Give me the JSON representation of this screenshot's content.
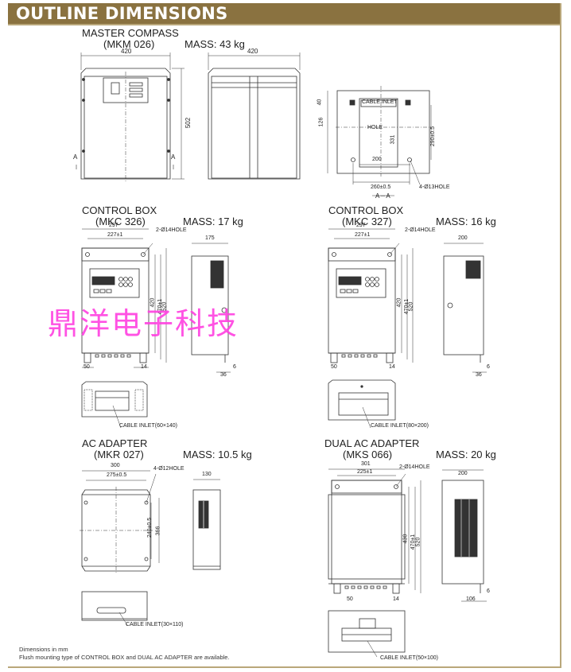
{
  "header": {
    "title": "OUTLINE DIMENSIONS"
  },
  "master_compass": {
    "name": "MASTER COMPASS",
    "model": "(MKM 026)",
    "mass": "MASS: 43 kg",
    "dims": {
      "width_front": "420",
      "width_side": "420",
      "height": "502",
      "a_left": "A",
      "a_right": "A"
    },
    "base": {
      "cable_inlet": "CABLE INLET",
      "hole": "HOLE",
      "d40": "40",
      "d126": "126",
      "d331": "331",
      "d290": "290±0.5",
      "d200": "200",
      "d260": "260±0.5",
      "holes": "4-Ø13HOLE",
      "section": "A－A"
    }
  },
  "control_box_326": {
    "name": "CONTROL BOX",
    "model": "(MKC 326)",
    "mass": "MASS: 17 kg",
    "dims": {
      "w297": "297",
      "w227": "227±1",
      "holes": "2-Ø14HOLE",
      "d175": "175",
      "h420": "420",
      "h470": "470±1",
      "h520": "520",
      "d50": "50",
      "d14": "14",
      "d36": "36",
      "d6": "6"
    },
    "cable_inlet": "CABLE INLET(60×140)"
  },
  "control_box_327": {
    "name": "CONTROL BOX",
    "model": "(MKC 327)",
    "mass": "MASS: 16 kg",
    "dims": {
      "w297": "297",
      "w227": "227±1",
      "holes": "2-Ø14HOLE",
      "d200": "200",
      "h420": "420",
      "h470": "470±1",
      "h520": "520",
      "d50": "50",
      "d14": "14",
      "d36": "36",
      "d6": "6"
    },
    "cable_inlet": "CABLE INLET(80×200)"
  },
  "ac_adapter": {
    "name": "AC ADAPTER",
    "model": "(MKR 027)",
    "mass": "MASS: 10.5 kg",
    "dims": {
      "w300": "300",
      "w275": "275±0.5",
      "holes": "4-Ø12HOLE",
      "d130": "130",
      "h240": "240±0.5",
      "h366": "366"
    },
    "cable_inlet": "CABLE INLET(30×110)"
  },
  "dual_ac_adapter": {
    "name": "DUAL AC ADAPTER",
    "model": "(MKS 066)",
    "mass": "MASS: 20 kg",
    "dims": {
      "w301": "301",
      "w225": "225±1",
      "holes": "2-Ø14HOLE",
      "d200": "200",
      "h430": "430",
      "h470": "470±1",
      "h520": "520",
      "d50": "50",
      "d14": "14",
      "d106": "106",
      "d6": "6"
    },
    "cable_inlet": "CABLE INLET(50×100)"
  },
  "notes": {
    "line1": "Dimensions in mm",
    "line2": "Flush mounting type of CONTROL BOX and DUAL AC ADAPTER are available."
  },
  "watermark": "鼎洋电子科技",
  "colors": {
    "header_bg": "#8a7240",
    "border": "#b9a77a",
    "watermark": "#ff40e0"
  }
}
